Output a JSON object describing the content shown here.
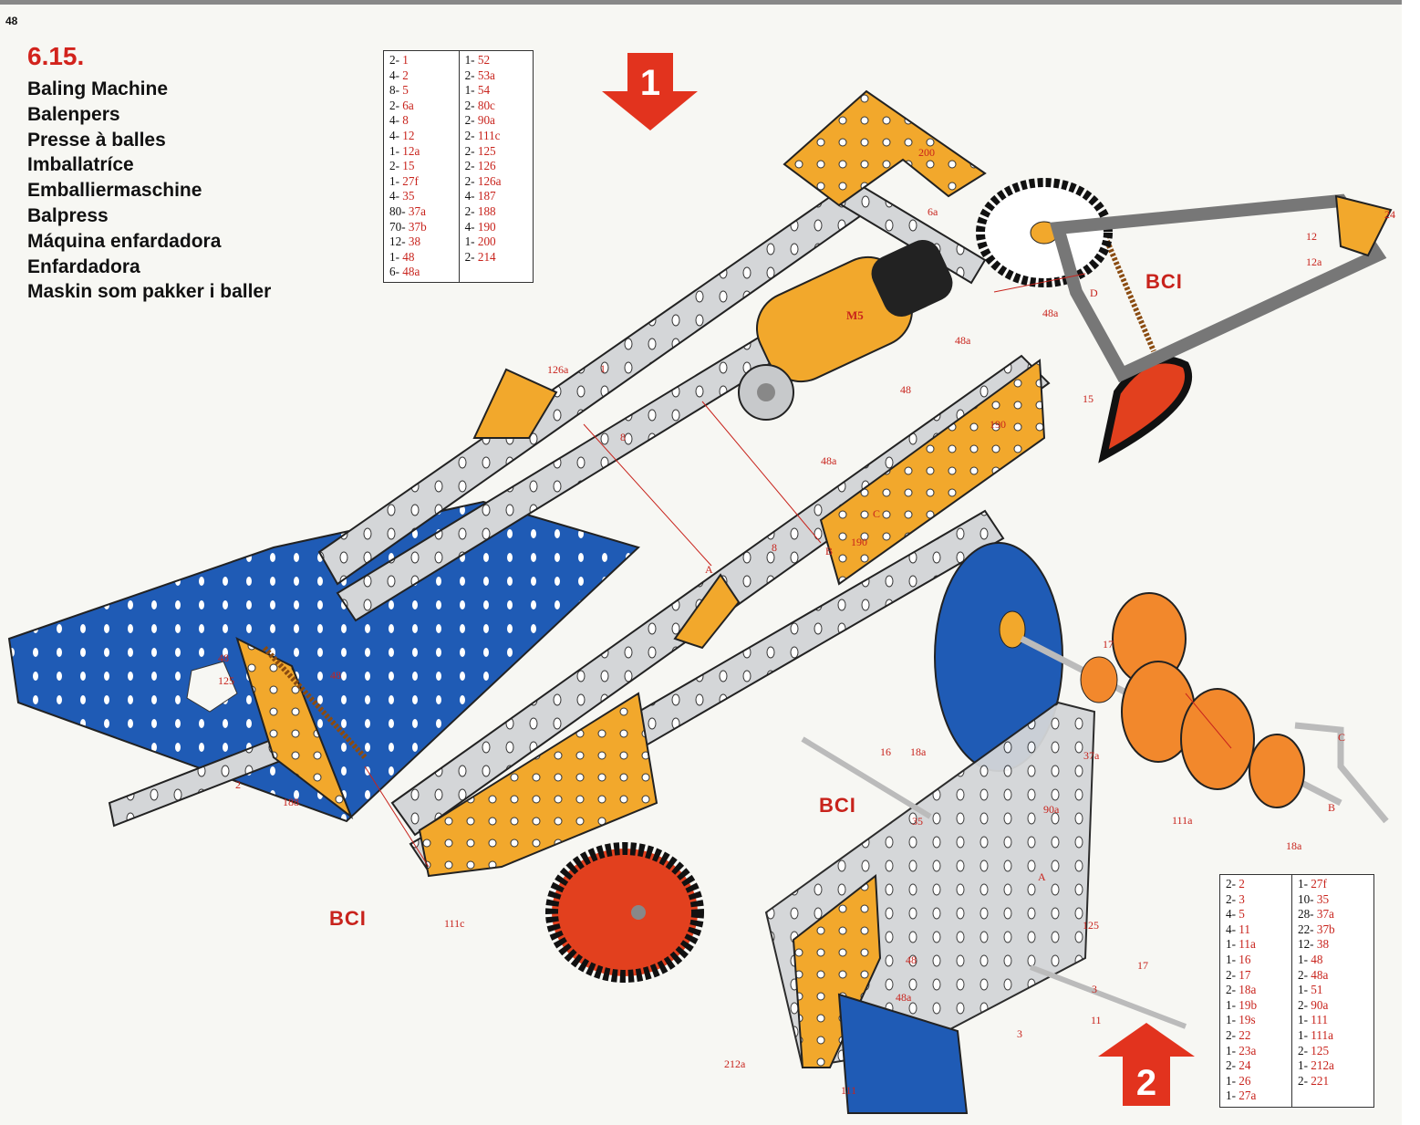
{
  "page_number": "48",
  "section_number": "6.15.",
  "titles": [
    "Baling Machine",
    "Balenpers",
    "Presse à balles",
    "Imballatríce",
    "Emballiermaschine",
    "Balpress",
    "Máquina enfardadora",
    "Enfardadora",
    "Maskin som pakker i baller"
  ],
  "step_markers": {
    "step1": "1",
    "step2": "2"
  },
  "parts_table_1": {
    "col1": [
      [
        "2-",
        "1"
      ],
      [
        "4-",
        "2"
      ],
      [
        "8-",
        "5"
      ],
      [
        "2-",
        "6a"
      ],
      [
        "4-",
        "8"
      ],
      [
        "4-",
        "12"
      ],
      [
        "1-",
        "12a"
      ],
      [
        "2-",
        "15"
      ],
      [
        "1-",
        "27f"
      ],
      [
        "4-",
        "35"
      ],
      [
        "80-",
        "37a"
      ],
      [
        "70-",
        "37b"
      ],
      [
        "12-",
        "38"
      ],
      [
        "1-",
        "48"
      ],
      [
        "6-",
        "48a"
      ]
    ],
    "col2": [
      [
        "1-",
        "52"
      ],
      [
        "2-",
        "53a"
      ],
      [
        "1-",
        "54"
      ],
      [
        "2-",
        "80c"
      ],
      [
        "2-",
        "90a"
      ],
      [
        "2-",
        "111c"
      ],
      [
        "2-",
        "125"
      ],
      [
        "2-",
        "126"
      ],
      [
        "2-",
        "126a"
      ],
      [
        "4-",
        "187"
      ],
      [
        "2-",
        "188"
      ],
      [
        "4-",
        "190"
      ],
      [
        "1-",
        "200"
      ],
      [
        "2-",
        "214"
      ]
    ]
  },
  "parts_table_2": {
    "col1": [
      [
        "2-",
        "2"
      ],
      [
        "2-",
        "3"
      ],
      [
        "4-",
        "5"
      ],
      [
        "4-",
        "11"
      ],
      [
        "1-",
        "11a"
      ],
      [
        "1-",
        "16"
      ],
      [
        "2-",
        "17"
      ],
      [
        "2-",
        "18a"
      ],
      [
        "1-",
        "19b"
      ],
      [
        "1-",
        "19s"
      ],
      [
        "2-",
        "22"
      ],
      [
        "1-",
        "23a"
      ],
      [
        "2-",
        "24"
      ],
      [
        "1-",
        "26"
      ],
      [
        "1-",
        "27a"
      ]
    ],
    "col2": [
      [
        "1-",
        "27f"
      ],
      [
        "10-",
        "35"
      ],
      [
        "28-",
        "37a"
      ],
      [
        "22-",
        "37b"
      ],
      [
        "12-",
        "38"
      ],
      [
        "1-",
        "48"
      ],
      [
        "2-",
        "48a"
      ],
      [
        "1-",
        "51"
      ],
      [
        "2-",
        "90a"
      ],
      [
        "1-",
        "111"
      ],
      [
        "1-",
        "111a"
      ],
      [
        "2-",
        "125"
      ],
      [
        "1-",
        "212a"
      ],
      [
        "2-",
        "221"
      ]
    ]
  },
  "labels": {
    "l200": "200",
    "l6a": "6a",
    "l24": "24",
    "l12": "12",
    "l12a": "12a",
    "l48a_1": "48a",
    "lD": "D",
    "lM5": "M5",
    "l48a_2": "48a",
    "l48_1": "48",
    "l15": "15",
    "l126a": "126a",
    "l1": "1",
    "l8_1": "8",
    "l190_1": "190",
    "l48a_3": "48a",
    "lC_1": "C",
    "l190_2": "190",
    "lB_1": "B",
    "l8_2": "8",
    "lA_1": "A",
    "l48_2": "48",
    "l48_3": "48",
    "l125_1": "125",
    "l2": "2",
    "l188": "188",
    "l111c": "111c",
    "l17_1": "17",
    "lC_2": "C",
    "l37a": "37a",
    "l16": "16",
    "l18a_1": "18a",
    "l90a": "90a",
    "l35": "35",
    "l111a": "111a",
    "lB_2": "B",
    "l18a_2": "18a",
    "lA_2": "A",
    "l125_2": "125",
    "l48_4": "48",
    "l48a_4": "48a",
    "l17_2": "17",
    "l3_1": "3",
    "l11": "11",
    "l3_2": "3",
    "l212a": "212a",
    "l111": "111"
  },
  "big_labels": {
    "bc1_top": "BCI",
    "bc1_left": "BCI",
    "bc1_mid": "BCI"
  }
}
